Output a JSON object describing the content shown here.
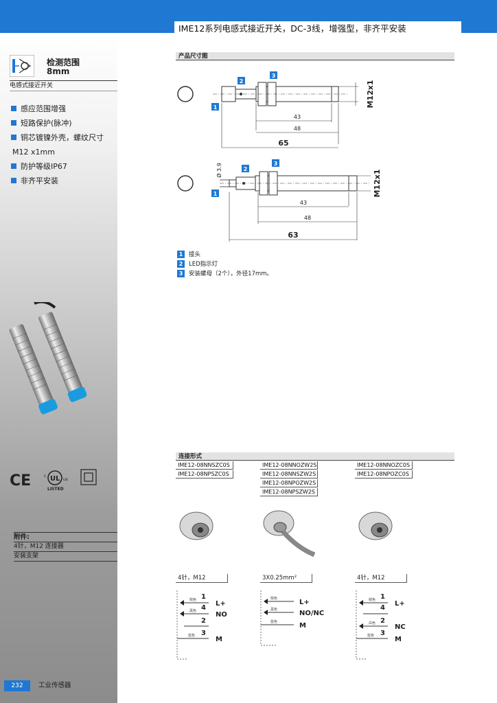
{
  "header": {
    "title": "IME12系列电感式接近开关，DC-3线，增强型，非齐平安装"
  },
  "sidebar": {
    "range_title": "检测范围",
    "range_value": "8mm",
    "category": "电感式接近开关",
    "features": [
      "感应范围增强",
      "短路保护(脉冲)",
      "铜芯镀镍外壳，螺纹尺寸",
      "M12 x1mm",
      "防护等级IP67",
      "非齐平安装"
    ],
    "cert_ul_listed": "LISTED",
    "accessories_title": "附件:",
    "accessories": [
      "4针，M12 连接器",
      "安装支架"
    ]
  },
  "dimensions": {
    "section_title": "产品尺寸图",
    "drawing1": {
      "thread": "M12x1",
      "dim_a": "43",
      "dim_b": "48",
      "total": "65"
    },
    "drawing2": {
      "thread": "M12x1",
      "cable_dia": "Ø 3.9",
      "dim_a": "43",
      "dim_b": "48",
      "total": "63"
    },
    "callouts": [
      "1",
      "2",
      "3"
    ],
    "legend": [
      {
        "num": "1",
        "text": "接头"
      },
      {
        "num": "2",
        "text": "LED指示灯"
      },
      {
        "num": "3",
        "text": "安装螺母（2个），外径17mm。"
      }
    ]
  },
  "connections": {
    "section_title": "连接形式",
    "col1_models": [
      "IME12-08NNSZC0S",
      "IME12-08NPSZC0S"
    ],
    "col2_models": [
      "IME12-08NNOZW2S",
      "IME12-08NNSZW2S",
      "IME12-08NPOZW2S",
      "IME12-08NPSZW2S"
    ],
    "col3_models": [
      "IME12-08NNOZC0S",
      "IME12-08NPOZC0S"
    ],
    "col1_type": "4针，M12",
    "col2_type": "3X0.25mm²",
    "col3_type": "4针，M12",
    "wiring1": [
      {
        "pin": "1",
        "color": "棕色",
        "signal": "L+"
      },
      {
        "pin": "4",
        "color": "黑色",
        "signal": "NO"
      },
      {
        "pin": "2",
        "color": "",
        "signal": ""
      },
      {
        "pin": "3",
        "color": "蓝色",
        "signal": "M"
      }
    ],
    "wiring2": [
      {
        "color": "棕色",
        "signal": "L+"
      },
      {
        "color": "黑色",
        "signal": "NO/NC"
      },
      {
        "color": "蓝色",
        "signal": "M"
      }
    ],
    "wiring3": [
      {
        "pin": "1",
        "color": "棕色",
        "signal": "L+"
      },
      {
        "pin": "4",
        "color": "",
        "signal": ""
      },
      {
        "pin": "2",
        "color": "白色",
        "signal": "NC"
      },
      {
        "pin": "3",
        "color": "蓝色",
        "signal": "M"
      }
    ]
  },
  "footer": {
    "page": "232",
    "text": "工业传感器"
  },
  "colors": {
    "brand": "#1f78d2",
    "sidebar": "#b8b8b8",
    "sensor_cap": "#1a9be0"
  }
}
